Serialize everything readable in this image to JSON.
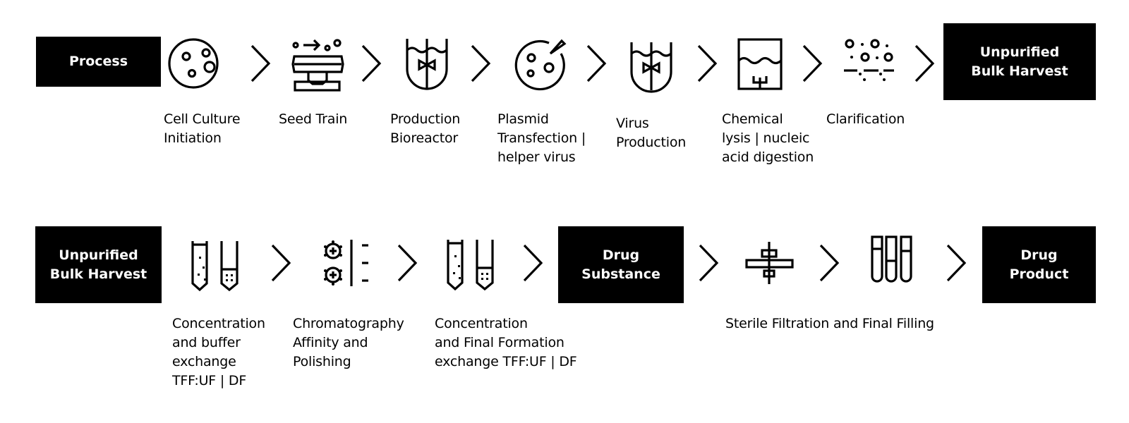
{
  "row1": {
    "start_box": "Process",
    "end_box": "Unpurified\nBulk Harvest",
    "steps": [
      {
        "icon": "petri-dish-icon",
        "label": "Cell Culture\nInitiation"
      },
      {
        "icon": "seed-train-icon",
        "label": "Seed Train"
      },
      {
        "icon": "bioreactor-icon",
        "label": "Production\nBioreactor"
      },
      {
        "icon": "plasmid-transfection-icon",
        "label": "Plasmid\nTransfection |\nhelper virus"
      },
      {
        "icon": "virus-bioreactor-icon",
        "label": "Virus\nProduction"
      },
      {
        "icon": "lysis-tank-icon",
        "label": "Chemical\nlysis | nucleic\nacid digestion"
      },
      {
        "icon": "clarification-icon",
        "label": "Clarification"
      }
    ]
  },
  "row2": {
    "start_box": "Unpurified\nBulk Harvest",
    "mid_box": "Drug\nSubstance",
    "end_box": "Drug\nProduct",
    "steps": [
      {
        "icon": "tff-tubes-icon",
        "label": "Concentration\nand buffer\nexchange\nTFF:UF | DF"
      },
      {
        "icon": "chromatography-icon",
        "label": "Chromatography\nAffinity and\nPolishing"
      },
      {
        "icon": "tff-tubes-icon",
        "label": "Concentration\nand Final Formation\nexchange TFF:UF | DF"
      },
      {
        "icon": "sterile-filter-icon",
        "label": "Sterile Filtration and Final Filling"
      },
      {
        "icon": "vials-icon",
        "label": ""
      }
    ]
  }
}
